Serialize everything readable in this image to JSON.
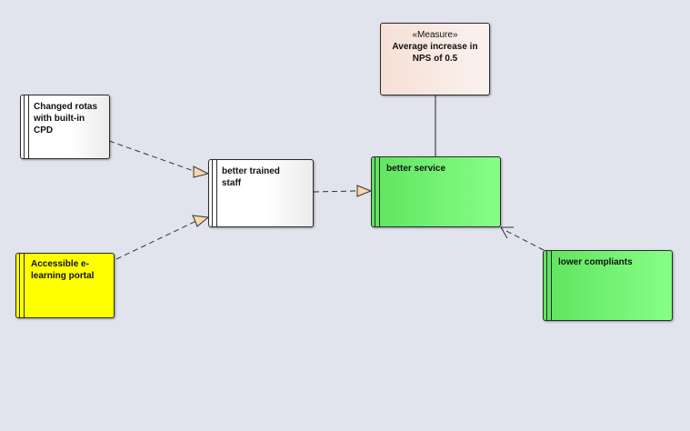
{
  "diagram": {
    "nodes": {
      "changed_rotas": "Changed rotas with built-in CPD",
      "elearning": "Accessible e-learning portal",
      "better_trained": "better trained staff",
      "better_service": "better service",
      "lower_compliants": "lower compliants",
      "measure_stereotype": "«Measure»",
      "measure_title": "Average increase in NPS of 0.5"
    },
    "colors": {
      "background": "#e1e3ed",
      "yellow": "#ffff00",
      "green": "#7dfb7d",
      "measure": "#f5e0d6",
      "arrowhead": "#f8d7a8"
    }
  }
}
